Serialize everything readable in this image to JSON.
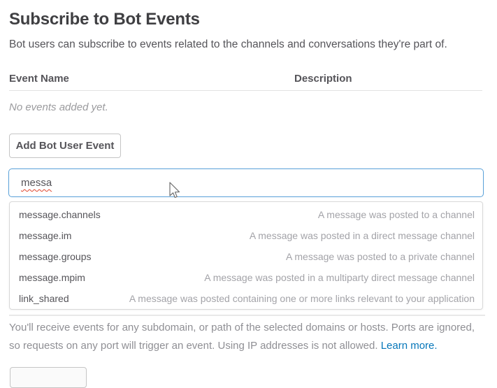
{
  "page": {
    "title": "Subscribe to Bot Events",
    "subtitle": "Bot users can subscribe to events related to the channels and conversations they're part of."
  },
  "events_table": {
    "columns": [
      "Event Name",
      "Description"
    ],
    "empty_message": "No events added yet."
  },
  "add_button_label": "Add Bot User Event",
  "search": {
    "value": "messa"
  },
  "suggestions": [
    {
      "name": "message.channels",
      "description": "A message was posted to a channel"
    },
    {
      "name": "message.im",
      "description": "A message was posted in a direct message channel"
    },
    {
      "name": "message.groups",
      "description": "A message was posted to a private channel"
    },
    {
      "name": "message.mpim",
      "description": "A message was posted in a multiparty direct message channel"
    },
    {
      "name": "link_shared",
      "description": "A message was posted containing one or more links relevant to your application"
    }
  ],
  "footer": {
    "text": "You'll receive events for any subdomain, or path of the selected domains or hosts. Ports are ignored, so requests on any port will trigger an event. Using IP addresses is not allowed. ",
    "link_label": "Learn more."
  },
  "colors": {
    "input_focus_border": "#58a0d8",
    "link_blue": "#0576b9",
    "heading_text": "#3f3f42",
    "body_text": "#555459",
    "muted_text": "#9b9b9e",
    "spellcheck_red": "#e0442c"
  }
}
